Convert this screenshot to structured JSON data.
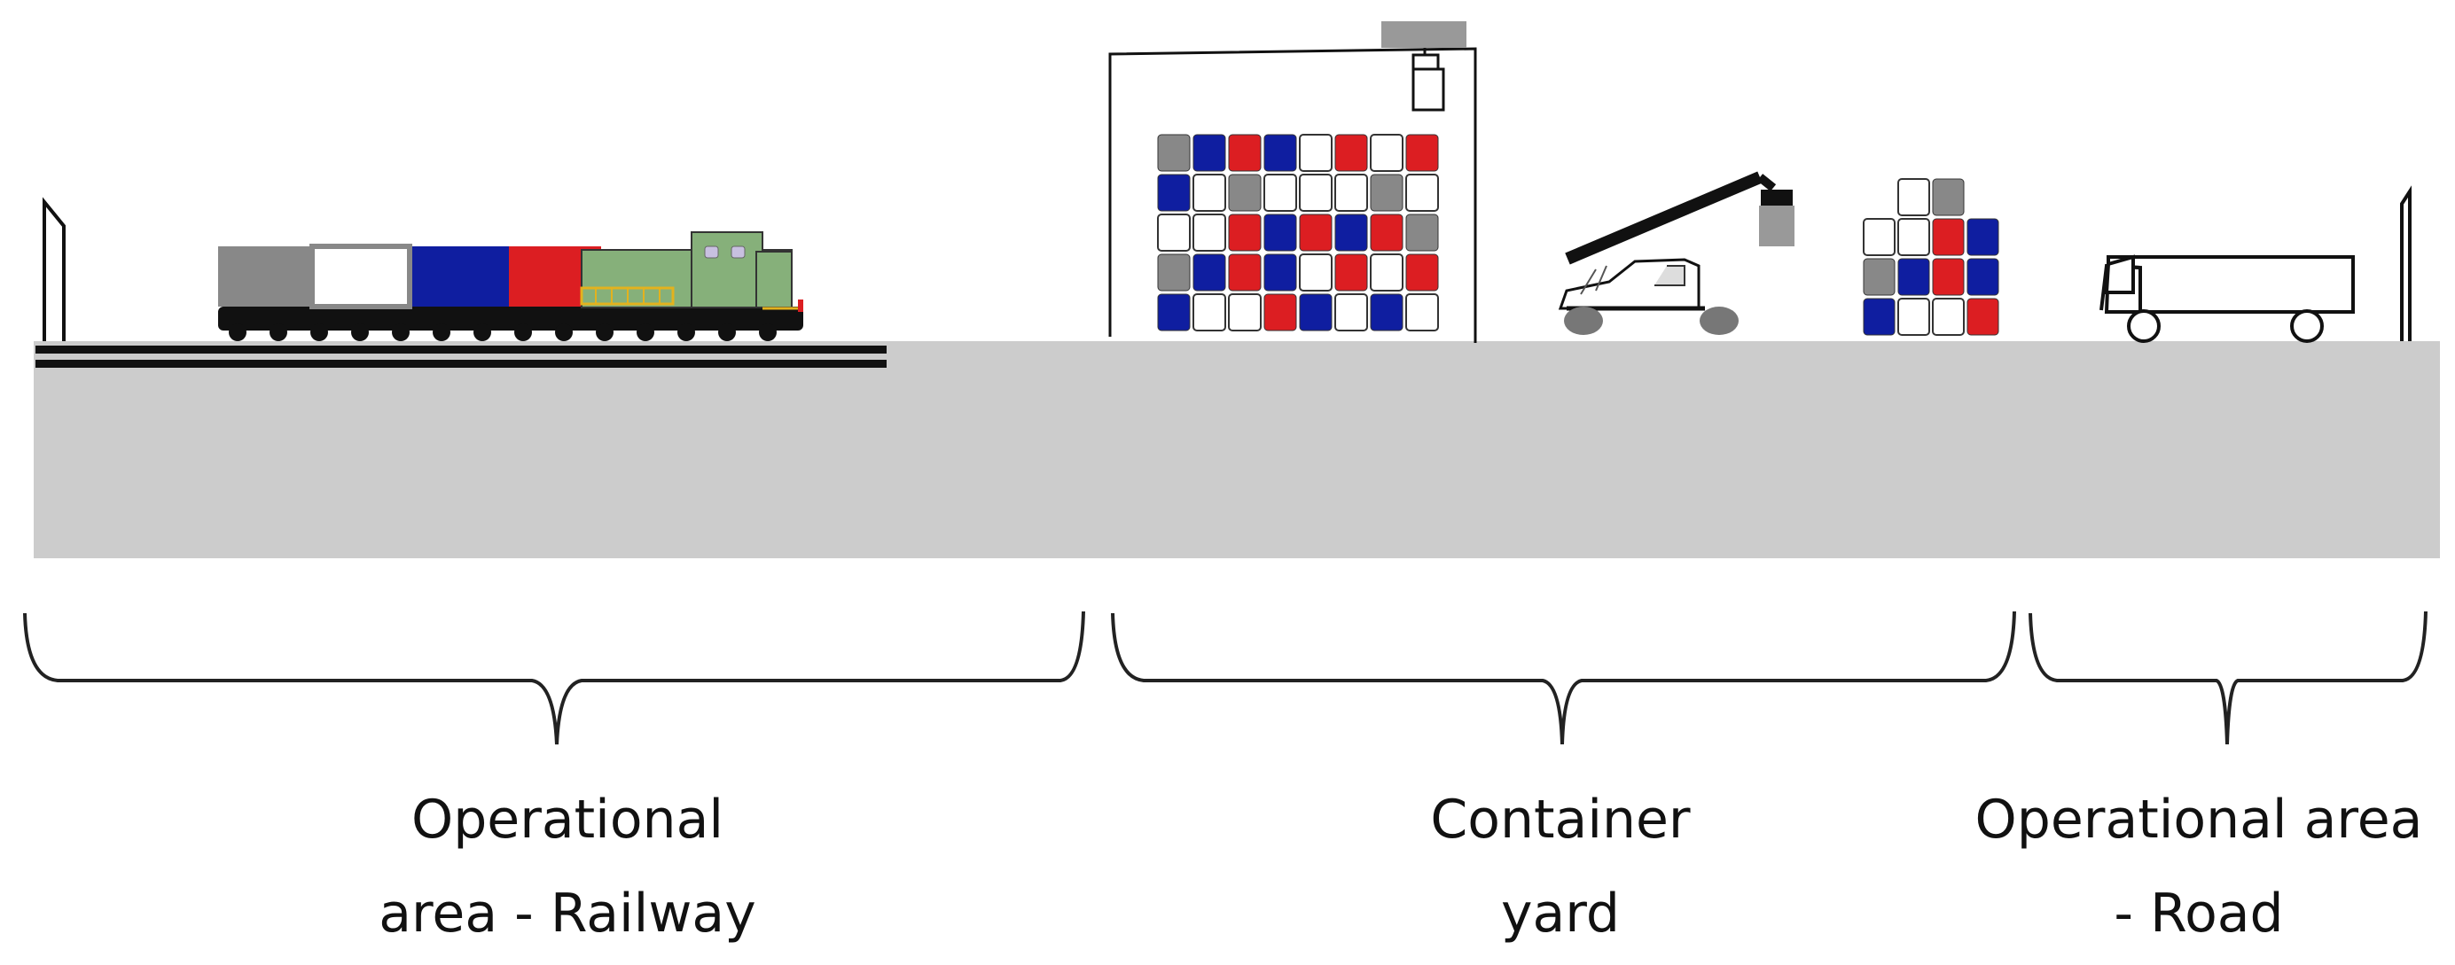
{
  "colors": {
    "ground": "#cccccc",
    "container_red": "#dc1e22",
    "container_blue": "#0f1ea0",
    "container_gray": "#888888",
    "container_white": "#ffffff",
    "locomotive_green": "#86b07a",
    "locomotive_yellow": "#e3b21e",
    "crane_trolley": "#999999",
    "outline": "#111111"
  },
  "areas": [
    {
      "id": "railway",
      "label_line1": "Operational",
      "label_line2": "area - Railway"
    },
    {
      "id": "yard",
      "label_line1": "Container",
      "label_line2": "yard"
    },
    {
      "id": "road",
      "label_line1": "Operational area",
      "label_line2": "-  Road"
    }
  ],
  "stacks": {
    "crane_stack": [
      [
        "gray",
        "blue",
        "red",
        "blue",
        "white",
        "red",
        "white",
        "red"
      ],
      [
        "blue",
        "white",
        "gray",
        "white",
        "white",
        "white",
        "gray",
        "white"
      ],
      [
        "white",
        "white",
        "red",
        "blue",
        "red",
        "blue",
        "red",
        "gray"
      ],
      [
        "gray",
        "blue",
        "red",
        "blue",
        "white",
        "red",
        "white",
        "red"
      ],
      [
        "blue",
        "white",
        "white",
        "red",
        "blue",
        "white",
        "blue",
        "white"
      ]
    ],
    "small_stack": [
      [
        "empty",
        "white",
        "gray",
        "empty"
      ],
      [
        "white",
        "white",
        "red",
        "blue"
      ],
      [
        "gray",
        "blue",
        "red",
        "blue"
      ],
      [
        "blue",
        "white",
        "white",
        "red"
      ]
    ]
  },
  "train_containers": [
    "gray",
    "white",
    "blue",
    "red"
  ]
}
